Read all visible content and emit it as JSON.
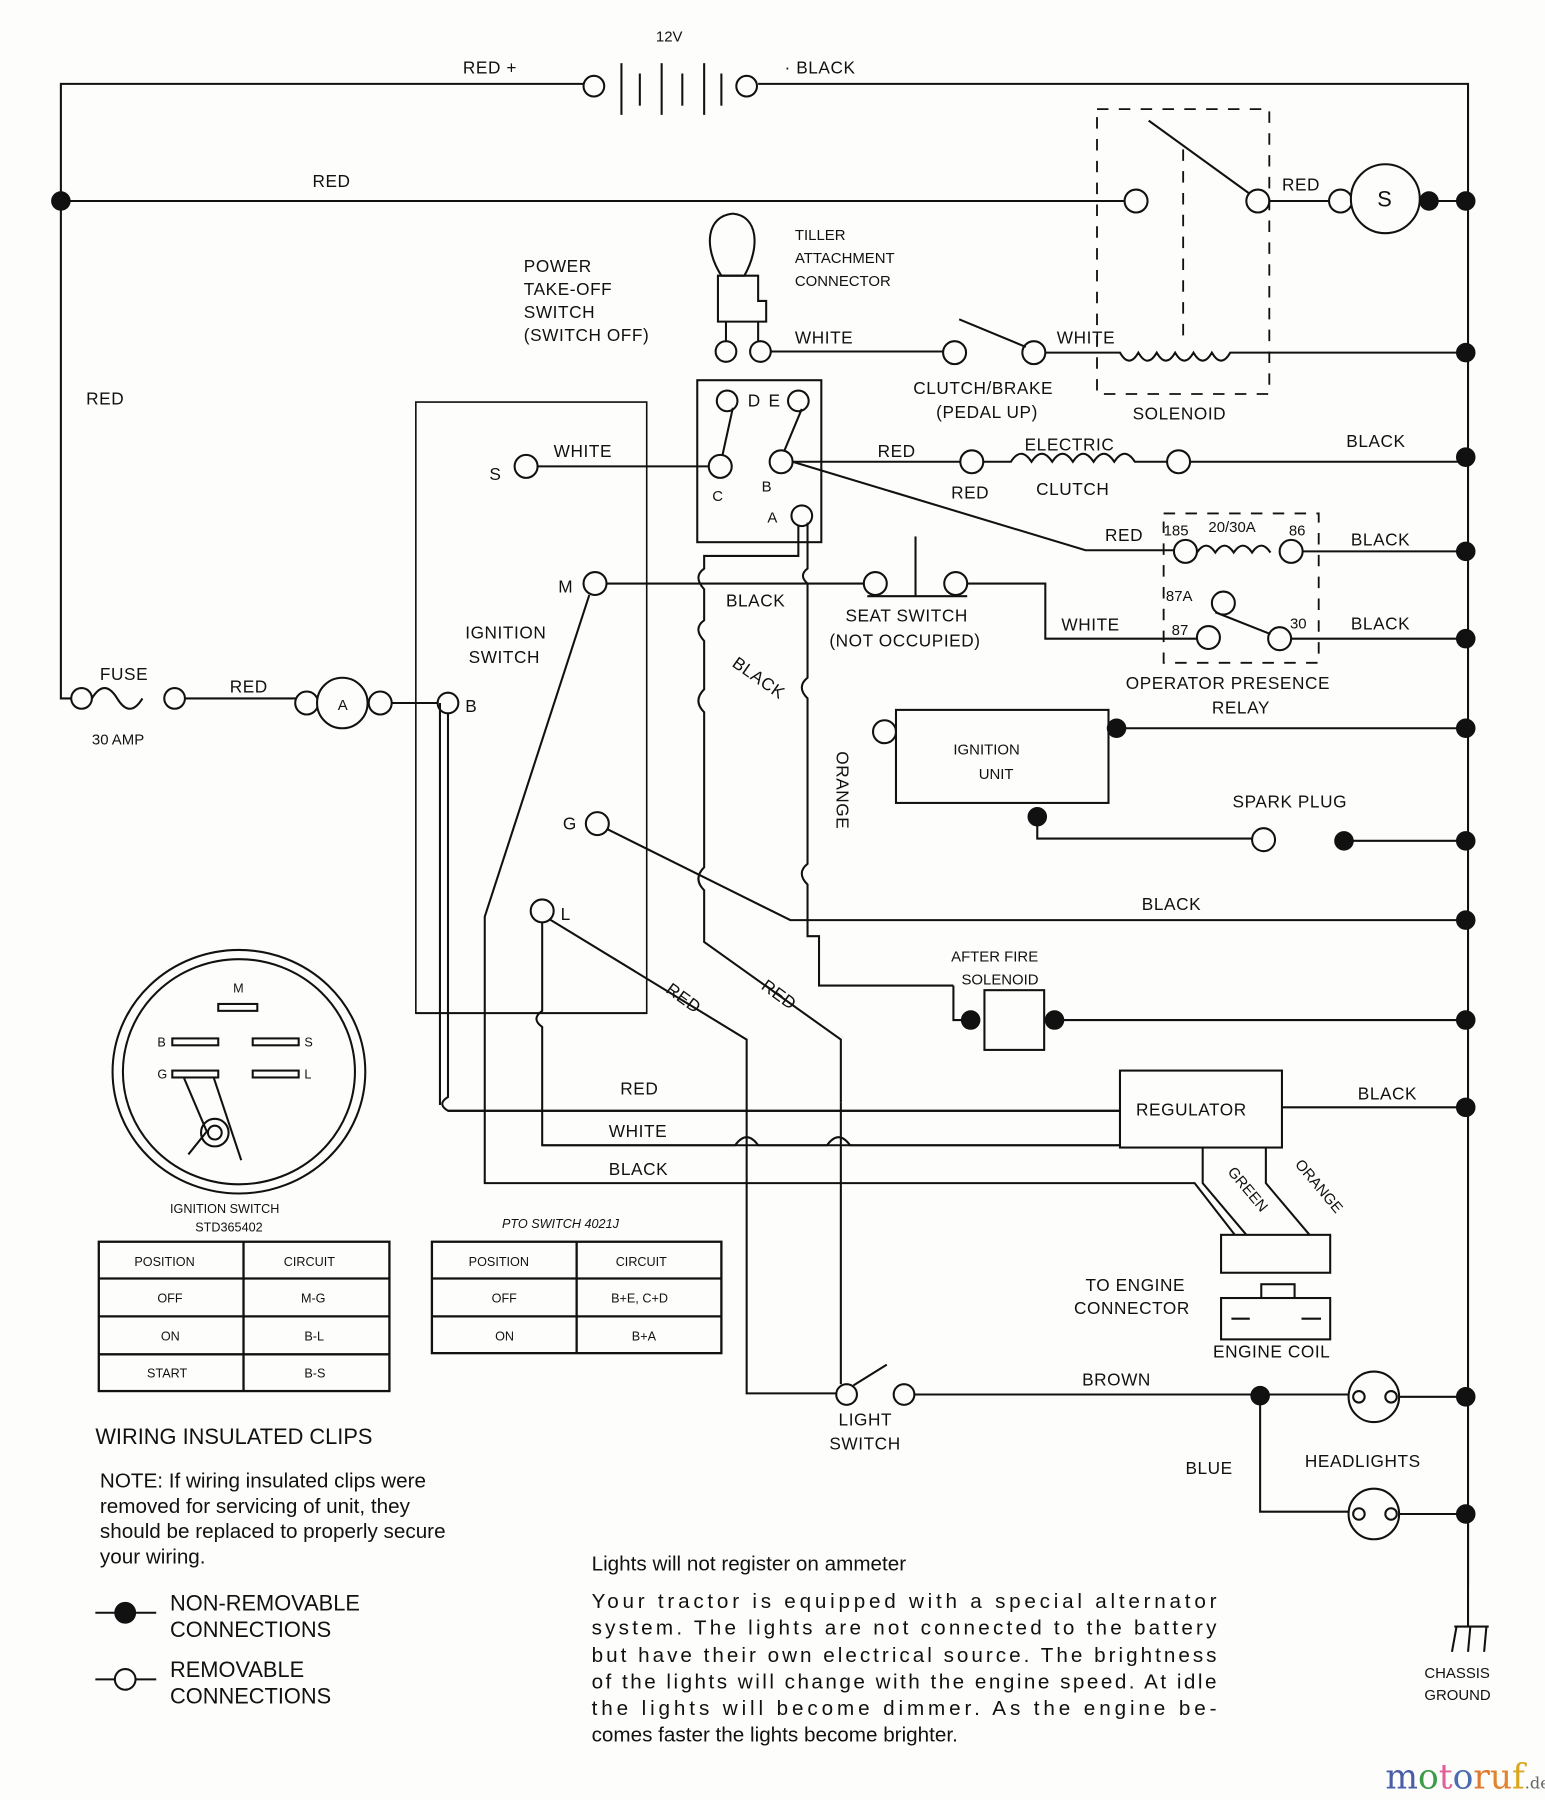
{
  "battery": {
    "voltage": "12V",
    "pos_label": "RED +",
    "neg_label": "· BLACK"
  },
  "wires": {
    "red_main": "RED",
    "red_left": "RED",
    "red_starter": "RED",
    "white_pto": "WHITE",
    "white_solenoid": "WHITE",
    "white_s": "WHITE",
    "red_clutch": "RED",
    "red_clutch_lower": "RED",
    "black_clutch": "BLACK",
    "red_relay": "RED",
    "black_relay1": "BLACK",
    "white_relay": "WHITE",
    "black_relay2": "BLACK",
    "black_m": "BLACK",
    "black_diag": "BLACK",
    "orange_vert": "ORANGE",
    "black_g": "BLACK",
    "red_fuse": "RED",
    "red_diag1": "RED",
    "red_diag2": "RED",
    "red_reg": "RED",
    "white_reg": "WHITE",
    "black_reg": "BLACK",
    "black_reg_out": "BLACK",
    "green": "GREEN",
    "orange_reg": "ORANGE",
    "brown": "BROWN",
    "blue": "BLUE"
  },
  "components": {
    "starter": "S",
    "ammeter": "A",
    "solenoid": "SOLENOID",
    "tiller": [
      "TILLER",
      "ATTACHMENT",
      "CONNECTOR"
    ],
    "pto": [
      "POWER",
      "TAKE-OFF",
      "SWITCH",
      "(SWITCH OFF)"
    ],
    "clutch_brake": [
      "CLUTCH/BRAKE",
      "(PEDAL UP)"
    ],
    "electric_clutch": [
      "ELECTRIC",
      "CLUTCH"
    ],
    "relay": {
      "name": [
        "OPERATOR PRESENCE",
        "RELAY"
      ],
      "pin85": "185",
      "rating": "20/30A",
      "pin86": "86",
      "pin87a": "87A",
      "pin87": "87",
      "pin30": "30"
    },
    "seat_switch": [
      "SEAT SWITCH",
      "(NOT OCCUPIED)"
    ],
    "ignition_switch": [
      "IGNITION",
      "SWITCH"
    ],
    "ignition_unit": [
      "IGNITION",
      "UNIT"
    ],
    "spark_plug": "SPARK PLUG",
    "after_fire": [
      "AFTER FIRE",
      "SOLENOID"
    ],
    "regulator": "REGULATOR",
    "engine_connector": [
      "TO ENGINE",
      "CONNECTOR"
    ],
    "engine_coil": "ENGINE COIL",
    "fuse": [
      "FUSE",
      "30 AMP"
    ],
    "light_switch": [
      "LIGHT",
      "SWITCH"
    ],
    "headlights": "HEADLIGHTS",
    "chassis_ground": [
      "CHASSIS",
      "GROUND"
    ],
    "pto_terminals": {
      "c": "C",
      "d": "D",
      "e": "E",
      "b": "B",
      "a": "A"
    },
    "ign_terminals": {
      "s": "S",
      "m": "M",
      "b": "B",
      "g": "G",
      "l": "L"
    }
  },
  "ign_face": {
    "m": "M",
    "b": "B",
    "s": "S",
    "g": "G",
    "l": "L"
  },
  "ign_table": {
    "title": [
      "IGNITION SWITCH",
      "STD365402"
    ],
    "headers": [
      "POSITION",
      "CIRCUIT"
    ],
    "rows": [
      [
        "OFF",
        "M-G"
      ],
      [
        "ON",
        "B-L"
      ],
      [
        "START",
        "B-S"
      ]
    ]
  },
  "pto_table": {
    "title": "PTO SWITCH 4021J",
    "headers": [
      "POSITION",
      "CIRCUIT"
    ],
    "rows": [
      [
        "OFF",
        "B+E, C+D"
      ],
      [
        "ON",
        "B+A"
      ]
    ]
  },
  "notes": {
    "clips_title": "WIRING INSULATED CLIPS",
    "clips_note": [
      "NOTE: If wiring insulated clips were",
      "removed for servicing of unit, they",
      "should be replaced to properly secure",
      "your wiring."
    ],
    "legend": {
      "non_removable": [
        "NON-REMOVABLE",
        "CONNECTIONS"
      ],
      "removable": [
        "REMOVABLE",
        "CONNECTIONS"
      ]
    },
    "lights_title": "Lights will not register on ammeter",
    "lights_body": [
      "Your tractor is equipped with a special alternator",
      "system. The lights are not connected to the battery",
      "but have their own electrical source. The brightness",
      "of the lights will change with the engine speed. At idle",
      "the lights will become dimmer. As the engine be-",
      "comes faster the lights become brighter."
    ]
  },
  "watermark": {
    "letters": [
      {
        "ch": "m",
        "color": "#4a5ea8"
      },
      {
        "ch": "o",
        "color": "#3c9a48"
      },
      {
        "ch": "t",
        "color": "#e0609a"
      },
      {
        "ch": "o",
        "color": "#4a6db0"
      },
      {
        "ch": "r",
        "color": "#e0782e"
      },
      {
        "ch": "u",
        "color": "#e0842e"
      },
      {
        "ch": "f",
        "color": "#d9a61e"
      }
    ],
    "suffix": ".de"
  }
}
